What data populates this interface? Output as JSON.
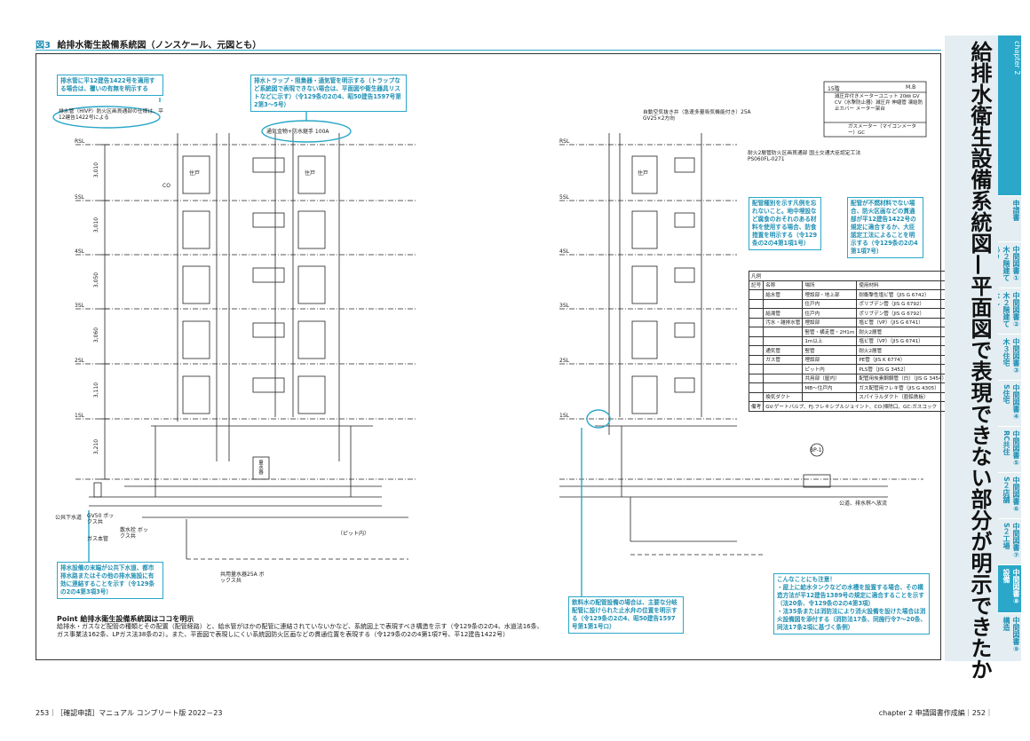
{
  "figure": {
    "number": "図3",
    "title": "給排水衛生設備系統図（ノンスケール、元図とも）"
  },
  "sidebar": {
    "title": "給排水衛生設備系統図—平面図で表現できない部分が明示できたか",
    "chapter": "chapter 2",
    "tabs": [
      {
        "label": "申請書",
        "active": false
      },
      {
        "label": "中間図書① 木２階建てあり",
        "active": false
      },
      {
        "label": "中間図書② 木２階建てなし",
        "active": false
      },
      {
        "label": "中間図書③ 木３住宅",
        "active": false
      },
      {
        "label": "中間図書④ S住宅",
        "active": false
      },
      {
        "label": "中間図書⑤ RC共住",
        "active": false
      },
      {
        "label": "中間図書⑥ S２店舗",
        "active": false
      },
      {
        "label": "中間図書⑦ S２工場",
        "active": false
      },
      {
        "label": "中間図書⑧ 設備",
        "active": true
      },
      {
        "label": "中間図書⑨ 構造",
        "active": false
      }
    ]
  },
  "callouts": {
    "c1": "排水管に平12建告1422号を適用する場合は、覆いの有無を明示する",
    "c2": "排水トラップ・阻集器・通気管を明示する（トラップなど系統図で表現できない場合は、平面図や衛生器具リストなどに示す）（令129条の2の4、昭50建告1597号第2第3～5号）",
    "c3": "配管種別を示す凡例を忘れないこと。地中埋設など腐食のおそれのある材料を使用する場合、防食措置を明示する（令129条の2の4第1項1号）",
    "c4": "配管が不燃材料でない場合、防火区画などの貫通部が平12建告1422号の規定に適合するか、大臣認定工法によることを明示する（令129条の2の4第1項7号）",
    "c5": "排水設備の末端が公共下水道、都市排水路またはその他の排水施設に有効に連結することを示す（令129条の2の4第3項3号）",
    "c6": "飲料水の配管設備の場合は、主要な分岐配管に設けられた止水弁の位置を明示する（令129条の2の4、昭50建告1597号第1第1号ロ）",
    "c7_title": "こんなことにも注意！",
    "c7_items": [
      "・屋上に給水タンクなどの水槽を設置する場合、その構造方法が平12建告1389号の規定に適合することを示す（法20条、令129条の2の4第3項）",
      "・法35条または消防法により消火設備を設けた場合は消火設備図を添付する（消防法17条、同施行令7～20条、同法17条2項に基づく条例）"
    ]
  },
  "annotations": {
    "a1": "排水管（HIVP）防火区画貫通部の仕様は、平12建告1422号による",
    "a2": "通気金物+防水継手 100A",
    "a3": "自動空気抜き弁（急速多量吸気機能付き）25A GV25×2方向",
    "a4": "耐火2層管防火区画貫通部 国土交通大臣認定工法 PS060FL-0271",
    "a5": "公共下水道",
    "a6": "GV50 ボックス共",
    "a7": "ガス本管",
    "a8": "散水栓 ボックス共",
    "a9": "共用量水器25A ボックス共",
    "a10": "（ピット内）",
    "a11": "公道、排水桝へ放流",
    "a12": "BP-1",
    "a13": "量水器",
    "a14": "住戸",
    "a15": "CO"
  },
  "floors": [
    "RSL",
    "5SL",
    "4SL",
    "3SL",
    "2SL",
    "1SL"
  ],
  "heights": [
    "3,010",
    "3,010",
    "3,050",
    "3,060",
    "3,110",
    "3,210"
  ],
  "topright_box": {
    "rows": [
      [
        "15階",
        "M.B"
      ],
      [
        "",
        "減圧弁付きメーターユニット 20㎜ GV CV（水撃防止器）減圧弁 伸縮管 凍結防止カバー メーター架台"
      ],
      [
        "",
        "ガスメーター（マイコンメーター）GC"
      ]
    ]
  },
  "legend": {
    "title": "凡例",
    "header": [
      "記号",
      "名称",
      "場所",
      "使用材料"
    ],
    "rows": [
      [
        "",
        "給水管",
        "埋設部・地上部",
        "耐衝撃性塩ビ管（JIS G 6742）"
      ],
      [
        "",
        "",
        "住戸内",
        "ポリブデン管（JIS G 6792）"
      ],
      [
        "",
        "給湯管",
        "住戸内",
        "ポリブデン管（JIS G 6792）"
      ],
      [
        "",
        "汚水・雑排水管",
        "埋設部",
        "塩ビ管（VP）（JIS G 6741）"
      ],
      [
        "",
        "",
        "竪管・横走管・2H1m",
        "耐火2層管"
      ],
      [
        "",
        "",
        "1m以上",
        "塩ビ管（VP）（JIS G 6741）"
      ],
      [
        "",
        "通気管",
        "竪管",
        "耐火2層管"
      ],
      [
        "",
        "ガス管",
        "埋設部",
        "PE管（JIS K 6774）"
      ],
      [
        "",
        "",
        "ピット内",
        "PLS管（JIS G 3452）"
      ],
      [
        "",
        "",
        "共用部（屋内）",
        "配管用炭素鋼鋼管（白）（JIS G 3454）"
      ],
      [
        "",
        "",
        "MB～住戸内",
        "ガス配管用フレキ管（JIS G 4305）"
      ],
      [
        "",
        "換気ダクト",
        "",
        "スパイラルダクト（亜鉛鉄板）"
      ],
      [
        "備考",
        "GV:ゲートバルブ、FJ:フレキシブルジョイント、CO:掃除口、GC:ガスコック",
        "",
        ""
      ]
    ]
  },
  "point": {
    "heading": "Point 給排水衛生設備系統図はココを明示",
    "body": "給排水・ガスなど配管の種類とその配置（配管経路）と、給水管がほかの配管に連結されていないかなど、系統図上で表現すべき構造を示す（令129条の2の4、水道法16条、ガス事業法162条、LPガス法38条の2）。また、平面図で表現しにくい系統図防火区画などの貫通位置を表現する（令129条の2の4第1項7号、平12建告1422号）"
  },
  "footer": {
    "left": "253｜［確認申請］マニュアル コンプリート版 2022－23",
    "right": "chapter 2 申請図書作成編｜252｜"
  }
}
